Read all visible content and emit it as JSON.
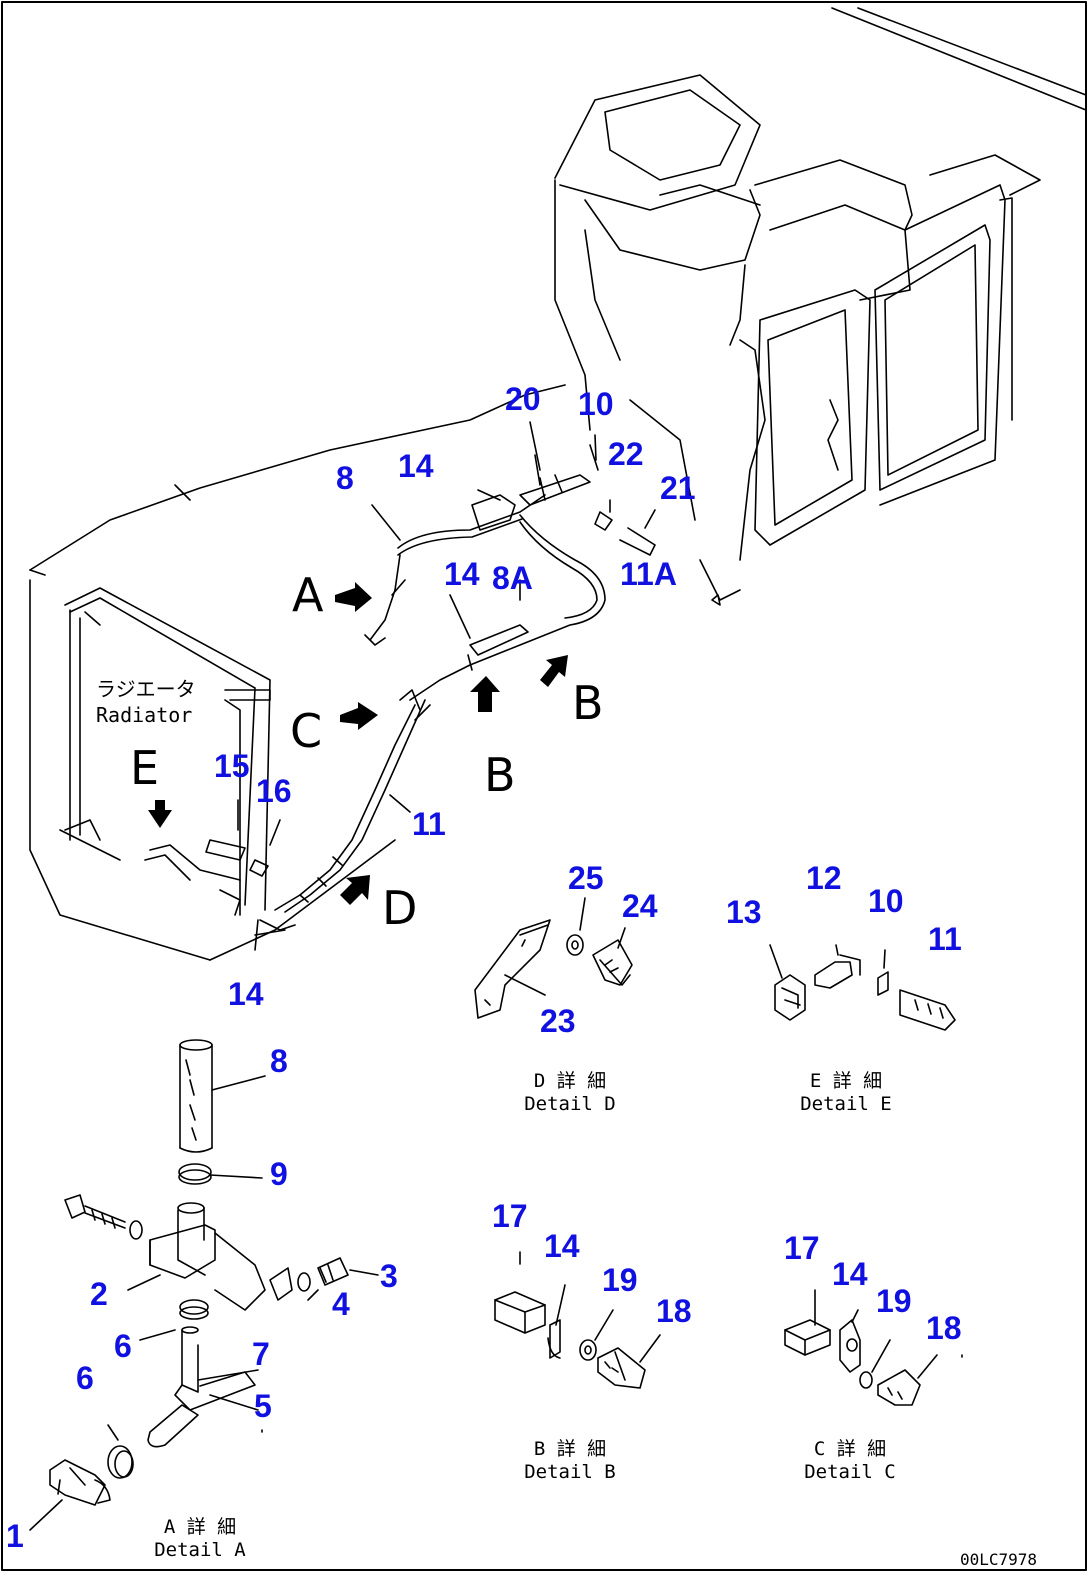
{
  "diagram": {
    "radiator_label_jp": "ラジエータ",
    "radiator_label_en": "Radiator",
    "view_letters": [
      "A",
      "B",
      "C",
      "D",
      "E"
    ],
    "view_letter_b2": "B",
    "callouts": [
      "20",
      "10",
      "22",
      "21",
      "14",
      "8",
      "8A",
      "11A",
      "14",
      "15",
      "16",
      "11",
      "14",
      "25",
      "24",
      "23",
      "13",
      "12",
      "10",
      "11",
      "8",
      "9",
      "2",
      "3",
      "4",
      "6",
      "7",
      "6",
      "5",
      "1",
      "17",
      "14",
      "19",
      "18",
      "17",
      "14",
      "19",
      "18"
    ],
    "details": [
      {
        "jp": "A 詳 細",
        "en": "Detail A"
      },
      {
        "jp": "B 詳 細",
        "en": "Detail B"
      },
      {
        "jp": "C 詳 細",
        "en": "Detail C"
      },
      {
        "jp": "D 詳 細",
        "en": "Detail D"
      },
      {
        "jp": "E 詳 細",
        "en": "Detail E"
      }
    ],
    "doc_id": "00LC7978",
    "colors": {
      "callout": "#1010e0",
      "line": "#000000",
      "background": "#ffffff"
    }
  }
}
